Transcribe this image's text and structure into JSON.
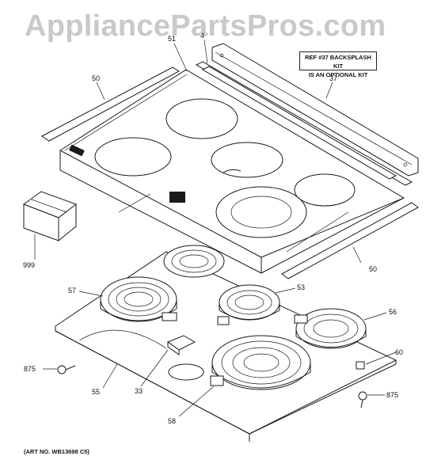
{
  "watermark": "AppliancePartsPros.com",
  "ref_note": {
    "line1": "REF #37 BACKSPLASH KIT",
    "line2": "IS AN OPTIONAL KIT"
  },
  "art_number": "(ART NO. WB13698 C5)",
  "callouts": {
    "c51": "51",
    "c4": "4",
    "c37": "37",
    "c50_top": "50",
    "c50_bottom": "50",
    "c999": "999",
    "c57": "57",
    "c53": "53",
    "c56": "56",
    "c60": "60",
    "c875_left": "875",
    "c875_right": "875",
    "c55": "55",
    "c33": "33",
    "c58": "58"
  }
}
